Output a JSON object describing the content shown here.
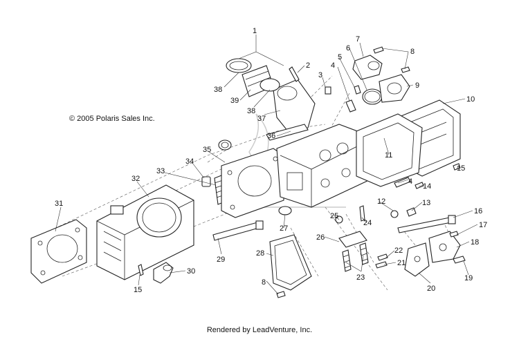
{
  "diagram": {
    "copyright": "© 2005 Polaris Sales Inc.",
    "footer": "Rendered by LeadVenture, Inc.",
    "callouts": [
      {
        "id": "c1",
        "text": "1"
      },
      {
        "id": "c2",
        "text": "2"
      },
      {
        "id": "c3",
        "text": "3"
      },
      {
        "id": "c4a",
        "text": "4"
      },
      {
        "id": "c4b",
        "text": "4"
      },
      {
        "id": "c5",
        "text": "5"
      },
      {
        "id": "c6",
        "text": "6"
      },
      {
        "id": "c7",
        "text": "7"
      },
      {
        "id": "c8a",
        "text": "8"
      },
      {
        "id": "c8b",
        "text": "8"
      },
      {
        "id": "c9",
        "text": "9"
      },
      {
        "id": "c10",
        "text": "10"
      },
      {
        "id": "c11",
        "text": "11"
      },
      {
        "id": "c12",
        "text": "12"
      },
      {
        "id": "c13",
        "text": "13"
      },
      {
        "id": "c14",
        "text": "14"
      },
      {
        "id": "c15a",
        "text": "15"
      },
      {
        "id": "c15b",
        "text": "15"
      },
      {
        "id": "c16",
        "text": "16"
      },
      {
        "id": "c17",
        "text": "17"
      },
      {
        "id": "c18",
        "text": "18"
      },
      {
        "id": "c19",
        "text": "19"
      },
      {
        "id": "c20",
        "text": "20"
      },
      {
        "id": "c21",
        "text": "21"
      },
      {
        "id": "c22",
        "text": "22"
      },
      {
        "id": "c23",
        "text": "23"
      },
      {
        "id": "c24",
        "text": "24"
      },
      {
        "id": "c25",
        "text": "25"
      },
      {
        "id": "c26",
        "text": "26"
      },
      {
        "id": "c27",
        "text": "27"
      },
      {
        "id": "c28",
        "text": "28"
      },
      {
        "id": "c29",
        "text": "29"
      },
      {
        "id": "c30",
        "text": "30"
      },
      {
        "id": "c31",
        "text": "31"
      },
      {
        "id": "c32",
        "text": "32"
      },
      {
        "id": "c33",
        "text": "33"
      },
      {
        "id": "c34",
        "text": "34"
      },
      {
        "id": "c35",
        "text": "35"
      },
      {
        "id": "c36",
        "text": "36"
      },
      {
        "id": "c37",
        "text": "37"
      },
      {
        "id": "c38a",
        "text": "38"
      },
      {
        "id": "c38b",
        "text": "38"
      },
      {
        "id": "c39",
        "text": "39"
      }
    ]
  }
}
